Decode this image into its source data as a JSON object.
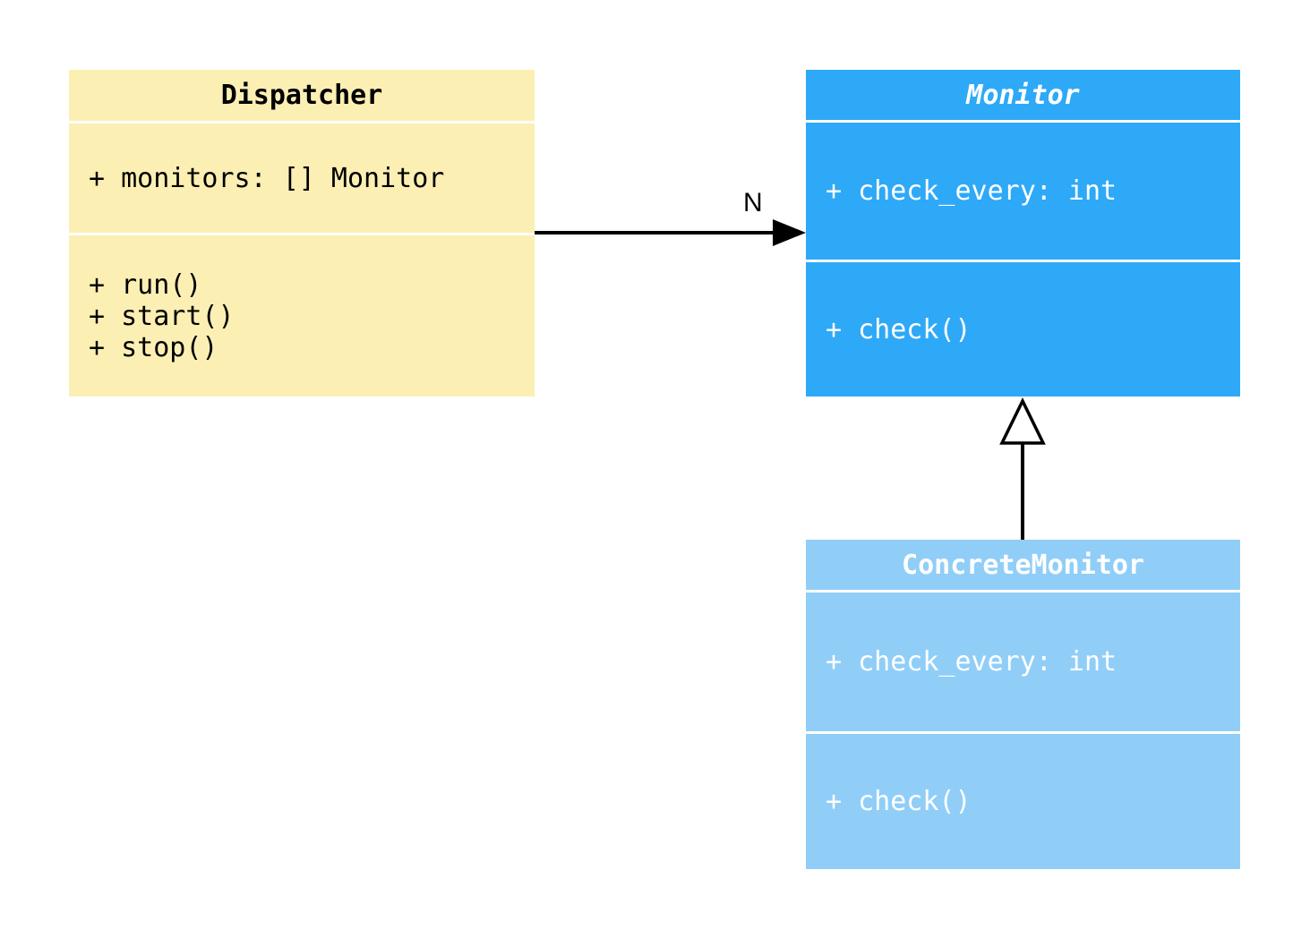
{
  "diagram": {
    "background": "#ffffff",
    "classes": {
      "dispatcher": {
        "name": "Dispatcher",
        "abstract": false,
        "fill": "#fcefb4",
        "text_color": "#000000",
        "attributes": [
          "+ monitors: [] Monitor"
        ],
        "methods": [
          "+ run()",
          "+ start()",
          "+ stop()"
        ]
      },
      "monitor": {
        "name": "Monitor",
        "abstract": true,
        "fill": "#2ea9f7",
        "text_color": "#ffffff",
        "attributes": [
          "+ check_every: int"
        ],
        "methods": [
          "+ check()"
        ]
      },
      "concreteMonitor": {
        "name": "ConcreteMonitor",
        "abstract": false,
        "fill": "#90cef8",
        "text_color": "#ffffff",
        "attributes": [
          "+ check_every: int"
        ],
        "methods": [
          "+ check()"
        ]
      }
    },
    "relations": {
      "association": {
        "type": "association",
        "from": "Dispatcher",
        "to": "Monitor",
        "multiplicity_label": "N",
        "line_color": "#000000"
      },
      "generalization": {
        "type": "generalization",
        "from": "ConcreteMonitor",
        "to": "Monitor",
        "line_color": "#000000"
      }
    }
  }
}
